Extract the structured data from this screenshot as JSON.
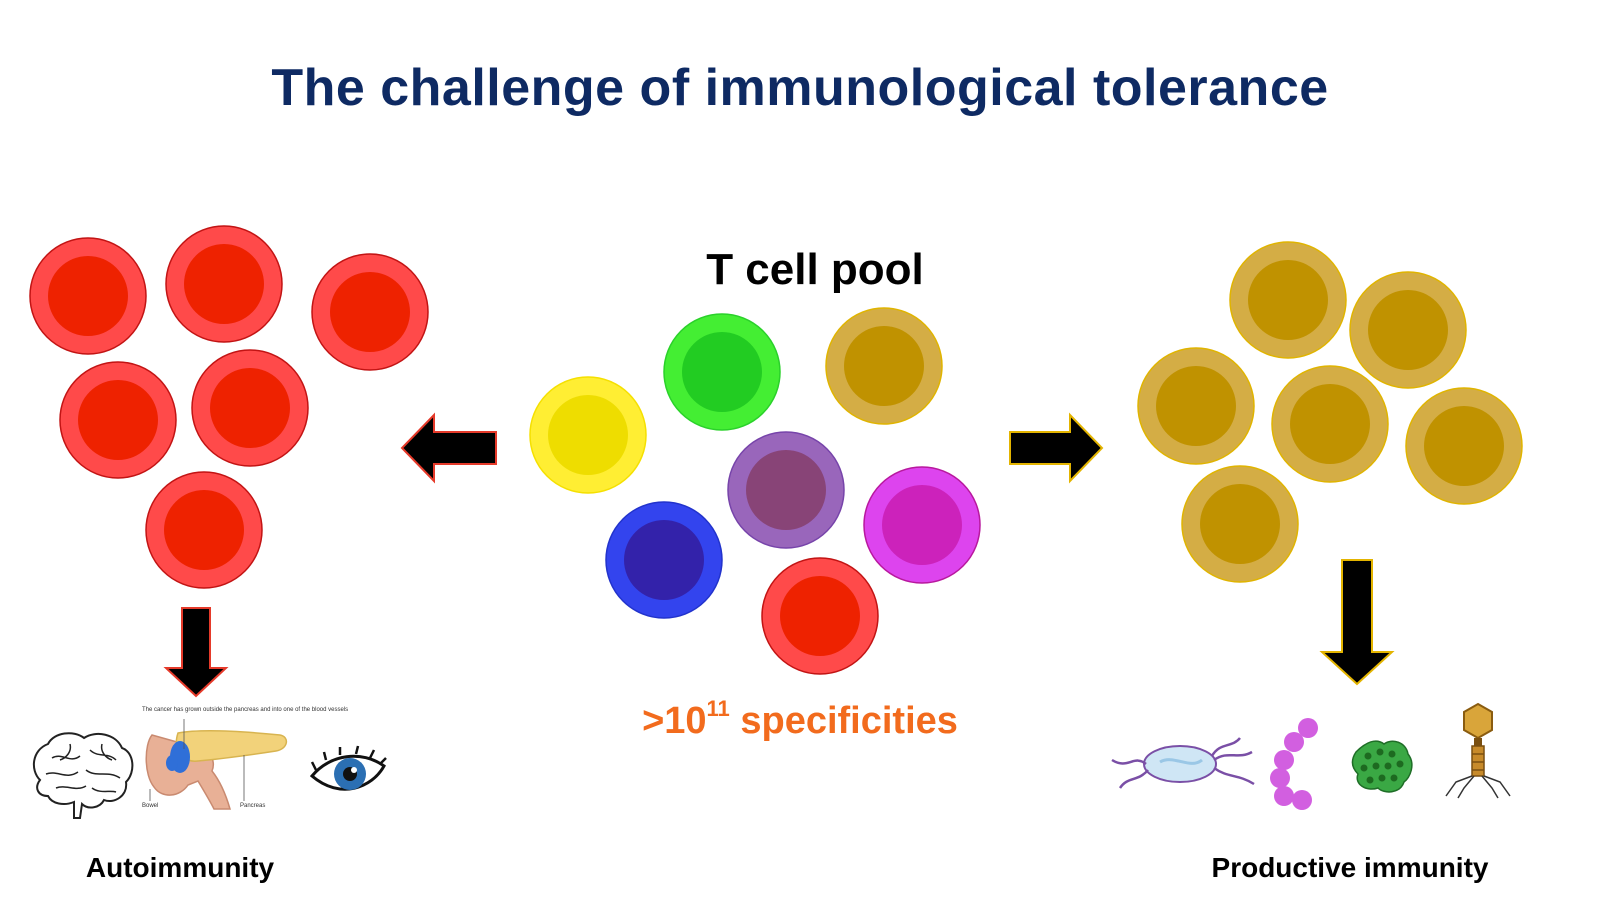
{
  "title": "The challenge of immunological tolerance",
  "pool": {
    "label": "T cell pool",
    "specificities_prefix": ">10",
    "specificities_exponent": "11",
    "specificities_suffix": " specificities"
  },
  "left": {
    "caption": "Autoimmunity",
    "pancreas_note": "The cancer has grown outside the pancreas and into one of the blood vessels",
    "bowel_label": "Bowel",
    "pancreas_label": "Pancreas",
    "organ_icons": [
      "brain-icon",
      "pancreas-icon",
      "eye-icon"
    ]
  },
  "right": {
    "caption": "Productive immunity",
    "pathogen_icons": [
      "bacterium-icon",
      "streptococcus-icon",
      "virus-icon",
      "bacteriophage-icon"
    ]
  },
  "colors": {
    "title": "#0e2a63",
    "specificities": "#f26b1d",
    "red_outer": "#ff4a4a",
    "red_inner": "#ee2200",
    "gold_outer": "#d4ad45",
    "gold_inner": "#c09200",
    "green_outer": "#44ee33",
    "green_inner": "#22cc22",
    "yellow_outer": "#ffee33",
    "yellow_inner": "#eedd00",
    "purple_outer": "#9966bb",
    "purple_inner": "#884477",
    "blue_outer": "#3344ee",
    "blue_inner": "#3322aa",
    "magenta_outer": "#dd44ee",
    "magenta_inner": "#cc22bb"
  }
}
